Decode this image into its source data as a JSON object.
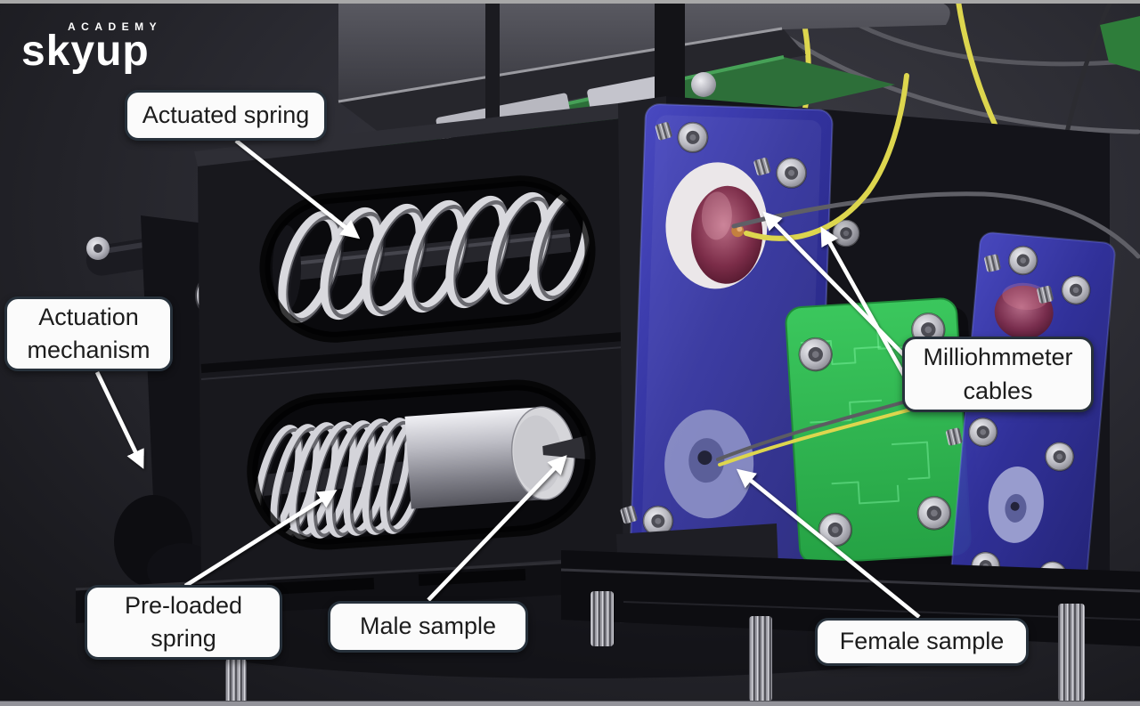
{
  "logo": {
    "academy": "ACADEMY",
    "brand": "skyup"
  },
  "labels": {
    "actuated_spring": "Actuated spring",
    "actuation_mechanism": "Actuation mechanism",
    "pre_loaded_spring": "Pre-loaded spring",
    "male_sample": "Male sample",
    "female_sample": "Female sample",
    "milliohmmeter_cables": "Milliohmmeter cables"
  },
  "colors": {
    "label_bg": "#fbfbfb",
    "label_border": "#27313b",
    "label_text": "#1c1c1c",
    "logo_text": "#ffffff",
    "arrow": "#ffffff",
    "background_hi": "#3e3e46",
    "panel_blue": "#3636a6",
    "pcb_green": "#2fae4c",
    "cable_yellow": "#ddd64e",
    "cable_gray": "#5f5f66",
    "metal_silver": "#c9c9cf",
    "sample_maroon": "#8c3a55"
  }
}
